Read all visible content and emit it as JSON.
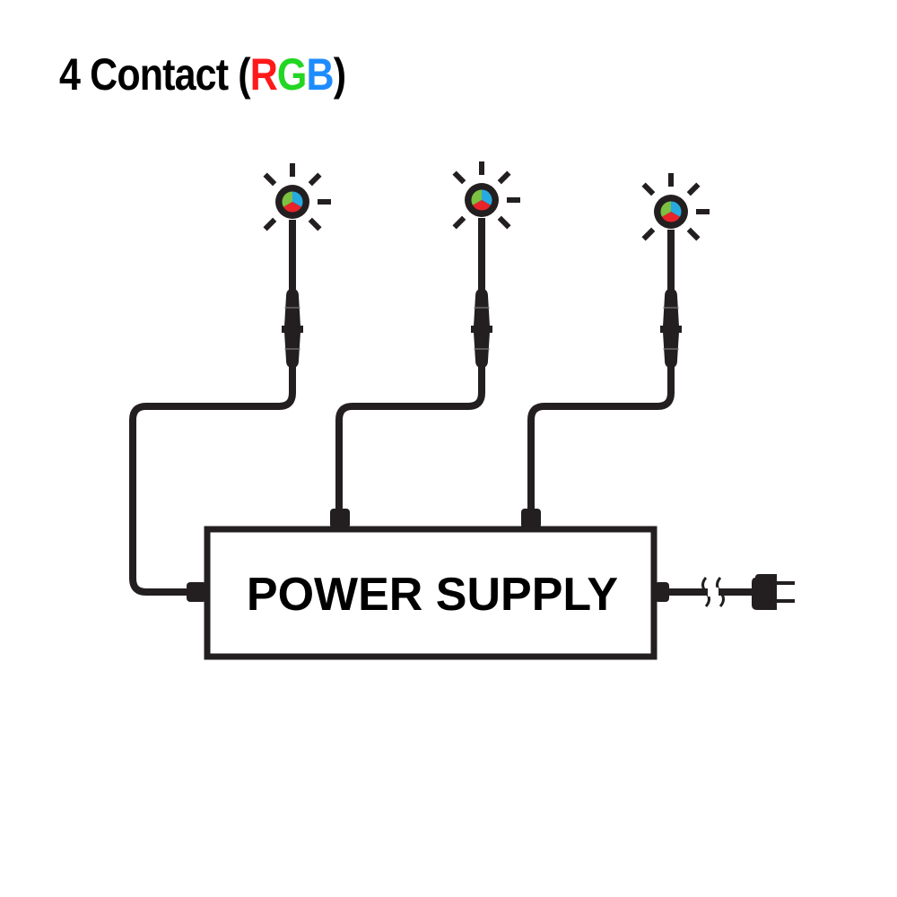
{
  "title": {
    "prefix": "4 Contact (",
    "r": "R",
    "g": "G",
    "b": "B",
    "suffix": ")"
  },
  "colors": {
    "red": "#ff1a1a",
    "green": "#22d622",
    "blue": "#1e8cff",
    "led_red": "#e8232a",
    "led_green": "#7cc142",
    "led_blue": "#27aae1",
    "line": "#231f20"
  },
  "power_supply": {
    "label": "POWER SUPPLY"
  },
  "lights": [
    {
      "name": "rgb-light-1"
    },
    {
      "name": "rgb-light-2"
    },
    {
      "name": "rgb-light-3"
    }
  ]
}
